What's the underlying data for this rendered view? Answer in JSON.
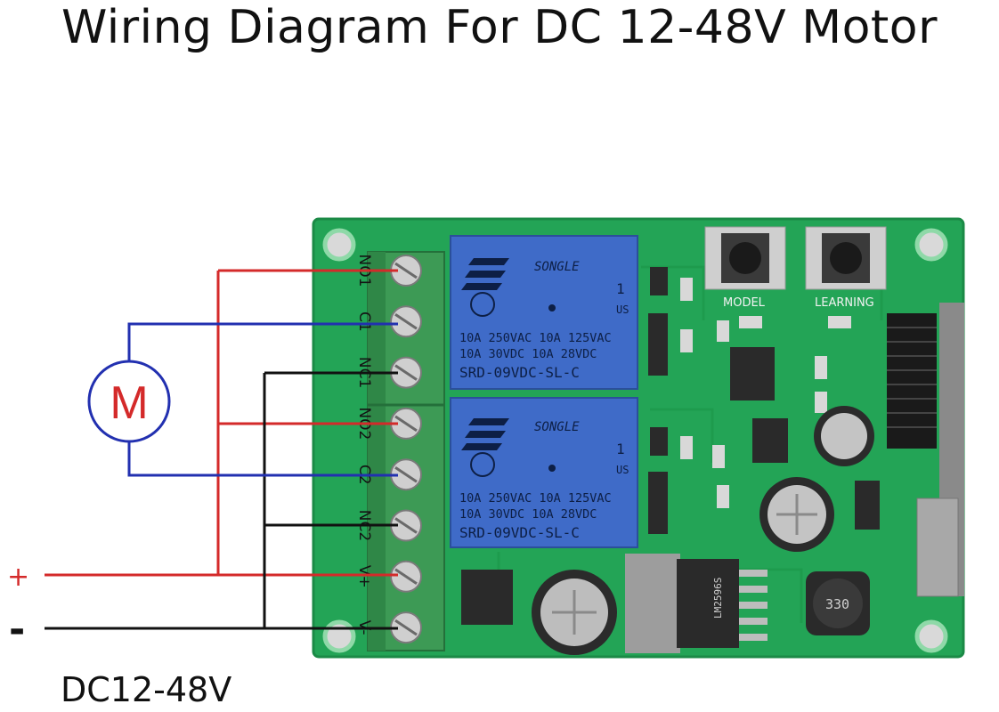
{
  "title": "Wiring Diagram For DC 12-48V Motor",
  "supply": {
    "label": "DC12-48V",
    "positive_symbol": "+",
    "negative_symbol": "-"
  },
  "motor": {
    "symbol": "M"
  },
  "terminals": [
    "NO1",
    "C1",
    "NC1",
    "NO2",
    "C2",
    "NC2",
    "V+",
    "V-"
  ],
  "relays": [
    {
      "brand": "SONGLE",
      "rating_line1": "10A 250VAC  10A 125VAC",
      "rating_line2": "10A  30VDC  10A  28VDC",
      "model": "SRD-09VDC-SL-C",
      "mark": "1",
      "cert": "US"
    },
    {
      "brand": "SONGLE",
      "rating_line1": "10A 250VAC  10A 125VAC",
      "rating_line2": "10A  30VDC  10A  28VDC",
      "model": "SRD-09VDC-SL-C",
      "mark": "1",
      "cert": "US"
    }
  ],
  "board_labels": {
    "model_button": "MODEL",
    "learning_button": "LEARNING",
    "inductor": "330",
    "regulator": "LM2596S"
  },
  "colors": {
    "positive_wire": "#d42a2a",
    "negative_wire": "#111111",
    "motor_wire": "#2230b0",
    "motor_symbol": "#d42a2a",
    "motor_circle": "#2230b0",
    "pcb": "#23a456",
    "relay": "#3f6bc8"
  }
}
